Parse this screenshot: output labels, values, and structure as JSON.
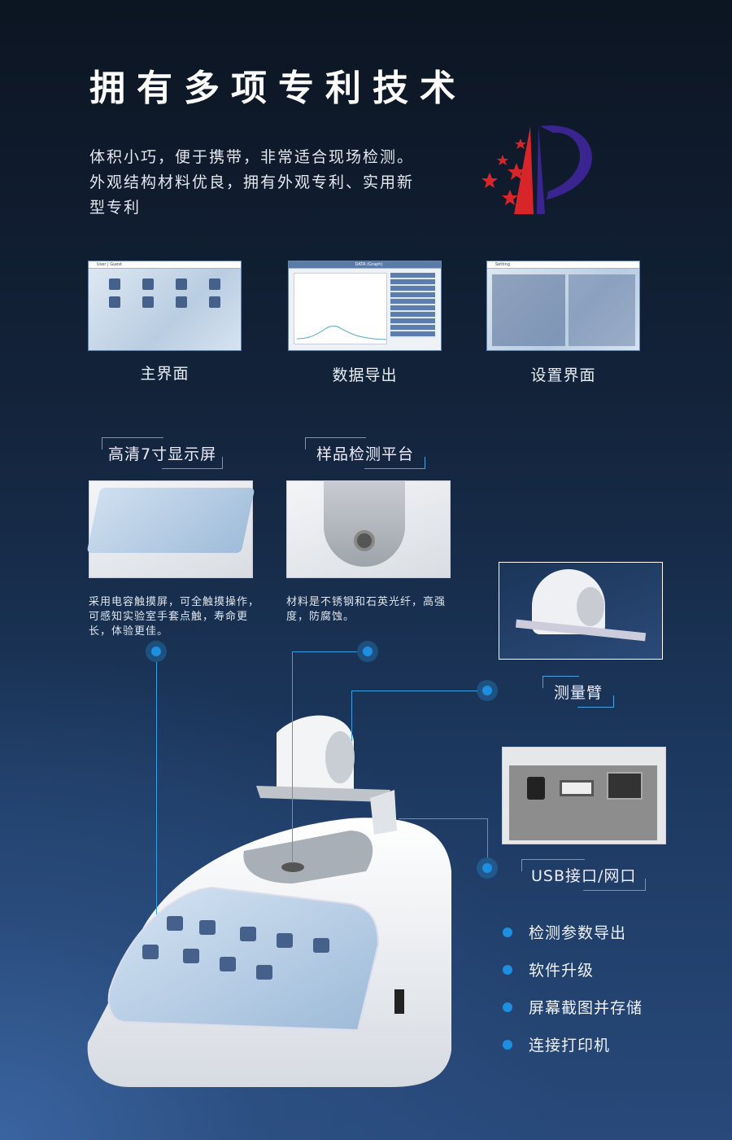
{
  "title": "拥有多项专利技术",
  "intro": "体积小巧，便于携带，非常适合现场检测。外观结构材料优良，拥有外观专利、实用新型专利",
  "screens": [
    {
      "caption": "主界面",
      "header": "User | Guest"
    },
    {
      "caption": "数据导出",
      "header": "DATA (Graph)"
    },
    {
      "caption": "设置界面",
      "header": "Setting"
    }
  ],
  "features": [
    {
      "tag": "高清7寸显示屏",
      "desc": "采用电容触摸屏，可全触摸操作，可感知实验室手套点触，寿命更长，体验更佳。"
    },
    {
      "tag": "样品检测平台",
      "desc": "材料是不锈钢和石英光纤，高强度，防腐蚀。"
    }
  ],
  "arm_label": "测量臂",
  "port_label": "USB接口/网口",
  "bullets": [
    "检测参数导出",
    "软件升级",
    "屏幕截图并存储",
    "连接打印机"
  ],
  "logo_text": "",
  "colors": {
    "accent": "#1e8ee0",
    "line": "#3aa0e6"
  }
}
